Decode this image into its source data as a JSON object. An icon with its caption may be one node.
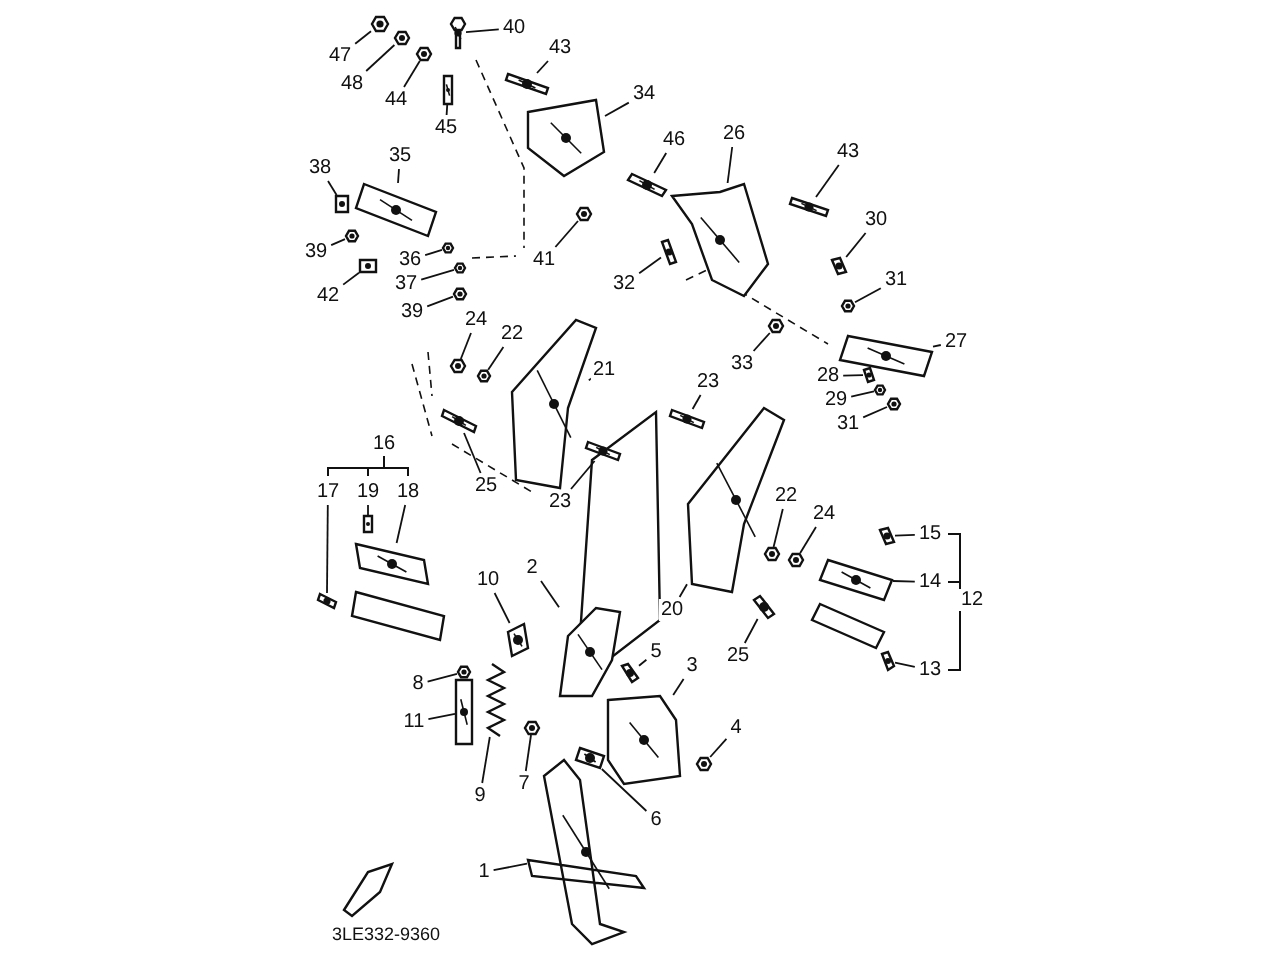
{
  "diagram": {
    "nodes": [
      {
        "text": [
          "47"
        ]
      },
      {
        "text": [
          "40"
        ]
      },
      {
        "text": [
          "48"
        ]
      },
      {
        "text": [
          "43"
        ]
      },
      {
        "text": [
          "44"
        ]
      },
      {
        "text": [
          "45"
        ]
      },
      {
        "text": [
          "34"
        ]
      },
      {
        "text": [
          "46"
        ]
      },
      {
        "text": [
          "26"
        ]
      },
      {
        "text": [
          "43"
        ]
      },
      {
        "text": [
          "35"
        ]
      },
      {
        "text": [
          "38"
        ]
      },
      {
        "text": [
          "39"
        ]
      },
      {
        "text": [
          "42"
        ]
      },
      {
        "text": [
          "36"
        ]
      },
      {
        "text": [
          "37"
        ]
      },
      {
        "text": [
          "41"
        ]
      },
      {
        "text": [
          "39"
        ]
      },
      {
        "text": [
          "32"
        ]
      },
      {
        "text": [
          "30"
        ]
      },
      {
        "text": [
          "31"
        ]
      },
      {
        "text": [
          "24"
        ]
      },
      {
        "text": [
          "22"
        ]
      },
      {
        "text": [
          "33"
        ]
      },
      {
        "text": [
          "27"
        ]
      },
      {
        "text": [
          "21"
        ]
      },
      {
        "text": [
          "28"
        ]
      },
      {
        "text": [
          "23"
        ]
      },
      {
        "text": [
          "29"
        ]
      },
      {
        "text": [
          "31"
        ]
      },
      {
        "text": [
          "16"
        ]
      },
      {
        "text": [
          "25"
        ]
      },
      {
        "text": [
          "19"
        ]
      },
      {
        "text": [
          "23"
        ]
      },
      {
        "text": [
          "17"
        ]
      },
      {
        "text": [
          "18"
        ]
      },
      {
        "text": [
          "22"
        ]
      },
      {
        "text": [
          "24"
        ]
      },
      {
        "text": [
          "15"
        ]
      },
      {
        "text": [
          "14"
        ]
      },
      {
        "text": [
          "12"
        ]
      },
      {
        "text": [
          "10"
        ]
      },
      {
        "text": [
          "2"
        ]
      },
      {
        "text": [
          "20"
        ]
      },
      {
        "text": [
          "5"
        ]
      },
      {
        "text": [
          "25"
        ]
      },
      {
        "text": [
          "13"
        ]
      },
      {
        "text": [
          "3"
        ]
      },
      {
        "text": [
          "8"
        ]
      },
      {
        "text": [
          "11"
        ]
      },
      {
        "text": [
          "4"
        ]
      },
      {
        "text": [
          "7"
        ]
      },
      {
        "text": [
          "9"
        ]
      },
      {
        "text": [
          "6"
        ]
      },
      {
        "text": [
          "1"
        ]
      },
      {
        "text": [],
        "shape": "picture"
      },
      {
        "text": [],
        "shape": "picture"
      },
      {
        "text": [],
        "shape": "picture"
      },
      {
        "text": [],
        "shape": "picture"
      },
      {
        "text": [],
        "shape": "picture"
      },
      {
        "text": [],
        "shape": "picture"
      },
      {
        "text": [],
        "shape": "picture"
      },
      {
        "text": [],
        "shape": "picture"
      },
      {
        "text": [],
        "shape": "picture"
      },
      {
        "text": [],
        "shape": "picture"
      },
      {
        "text": [],
        "shape": "picture"
      },
      {
        "text": [],
        "shape": "picture"
      },
      {
        "text": [],
        "shape": "picture"
      },
      {
        "text": [],
        "shape": "picture"
      },
      {
        "text": [],
        "shape": "picture"
      },
      {
        "text": [],
        "shape": "picture"
      },
      {
        "text": [],
        "shape": "picture"
      },
      {
        "text": [],
        "shape": "picture"
      },
      {
        "text": [],
        "shape": "picture"
      },
      {
        "text": [],
        "shape": "picture"
      },
      {
        "text": [],
        "shape": "picture"
      },
      {
        "text": [],
        "shape": "picture"
      },
      {
        "text": [],
        "shape": "picture"
      },
      {
        "text": [],
        "shape": "picture"
      },
      {
        "text": [],
        "shape": "picture"
      },
      {
        "text": [],
        "shape": "picture"
      },
      {
        "text": [],
        "shape": "picture"
      },
      {
        "text": [],
        "shape": "picture"
      },
      {
        "text": [],
        "shape": "picture"
      },
      {
        "text": [],
        "shape": "picture"
      },
      {
        "text": [],
        "shape": "picture"
      },
      {
        "text": [],
        "shape": "picture"
      },
      {
        "text": [],
        "shape": "picture"
      },
      {
        "text": [],
        "shape": "picture"
      },
      {
        "text": [],
        "shape": "picture"
      },
      {
        "text": [],
        "shape": "picture"
      },
      {
        "text": [],
        "shape": "picture"
      },
      {
        "text": [],
        "shape": "picture"
      },
      {
        "text": [],
        "shape": "picture"
      },
      {
        "text": [],
        "shape": "picture"
      },
      {
        "text": [],
        "shape": "picture"
      },
      {
        "text": [],
        "shape": "picture"
      },
      {
        "text": [],
        "shape": "picture"
      },
      {
        "text": [],
        "shape": "picture"
      },
      {
        "text": [],
        "shape": "picture"
      },
      {
        "text": [],
        "shape": "picture"
      },
      {
        "text": [],
        "shape": "picture"
      },
      {
        "text": [],
        "shape": "picture"
      },
      {
        "text": [],
        "shape": "picture"
      },
      {
        "text": [],
        "shape": "picture"
      },
      {
        "text": [],
        "shape": "picture"
      },
      {
        "text": [],
        "shape": "picture"
      },
      {
        "text": [],
        "shape": "picture"
      }
    ],
    "edges": [
      {
        "from": 0,
        "to": 55,
        "arrow": "none"
      },
      {
        "from": 1,
        "to": 56,
        "arrow": "none"
      },
      {
        "from": 2,
        "to": 57,
        "arrow": "none"
      },
      {
        "from": 3,
        "to": 58,
        "arrow": "none"
      },
      {
        "from": 4,
        "to": 59,
        "arrow": "none"
      },
      {
        "from": 5,
        "to": 60,
        "arrow": "none"
      },
      {
        "from": 6,
        "to": 61,
        "arrow": "none"
      },
      {
        "from": 7,
        "to": 62,
        "arrow": "none"
      },
      {
        "from": 8,
        "to": 63,
        "arrow": "none"
      },
      {
        "from": 9,
        "to": 64,
        "arrow": "none"
      },
      {
        "from": 10,
        "to": 65,
        "arrow": "none"
      },
      {
        "from": 11,
        "to": 66,
        "arrow": "none"
      },
      {
        "from": 12,
        "to": 67,
        "arrow": "none"
      },
      {
        "from": 13,
        "to": 68,
        "arrow": "none"
      },
      {
        "from": 14,
        "to": 69,
        "arrow": "none"
      },
      {
        "from": 15,
        "to": 70,
        "arrow": "none"
      },
      {
        "from": 16,
        "to": 71,
        "arrow": "none"
      },
      {
        "from": 17,
        "to": 72,
        "arrow": "none"
      },
      {
        "from": 18,
        "to": 73,
        "arrow": "none"
      },
      {
        "from": 19,
        "to": 74,
        "arrow": "none"
      },
      {
        "from": 20,
        "to": 75,
        "arrow": "none"
      },
      {
        "from": 21,
        "to": 76,
        "arrow": "none"
      },
      {
        "from": 22,
        "to": 77,
        "arrow": "none"
      },
      {
        "from": 23,
        "to": 78,
        "arrow": "none"
      },
      {
        "from": 24,
        "to": 79,
        "arrow": "none"
      },
      {
        "from": 25,
        "to": 80,
        "arrow": "none"
      },
      {
        "from": 26,
        "to": 81,
        "arrow": "none"
      },
      {
        "from": 27,
        "to": 82,
        "arrow": "none"
      },
      {
        "from": 28,
        "to": 83,
        "arrow": "none"
      },
      {
        "from": 29,
        "to": 84,
        "arrow": "none"
      },
      {
        "from": 31,
        "to": 85,
        "arrow": "none"
      },
      {
        "from": 32,
        "to": 86,
        "arrow": "none"
      },
      {
        "from": 33,
        "to": 87,
        "arrow": "none"
      },
      {
        "from": 34,
        "to": 88,
        "arrow": "none"
      },
      {
        "from": 35,
        "to": 89,
        "arrow": "none"
      },
      {
        "from": 36,
        "to": 90,
        "arrow": "none"
      },
      {
        "from": 37,
        "to": 91,
        "arrow": "none"
      },
      {
        "from": 38,
        "to": 92,
        "arrow": "none"
      },
      {
        "from": 39,
        "to": 93,
        "arrow": "none"
      },
      {
        "from": 41,
        "to": 94,
        "arrow": "none"
      },
      {
        "from": 42,
        "to": 95,
        "arrow": "none"
      },
      {
        "from": 43,
        "to": 96,
        "arrow": "none"
      },
      {
        "from": 44,
        "to": 97,
        "arrow": "none"
      },
      {
        "from": 45,
        "to": 98,
        "arrow": "none"
      },
      {
        "from": 46,
        "to": 99,
        "arrow": "none"
      },
      {
        "from": 47,
        "to": 100,
        "arrow": "none"
      },
      {
        "from": 48,
        "to": 101,
        "arrow": "none"
      },
      {
        "from": 49,
        "to": 102,
        "arrow": "none"
      },
      {
        "from": 50,
        "to": 103,
        "arrow": "none"
      },
      {
        "from": 51,
        "to": 104,
        "arrow": "none"
      },
      {
        "from": 52,
        "to": 105,
        "arrow": "none"
      },
      {
        "from": 53,
        "to": 106,
        "arrow": "none"
      },
      {
        "from": 54,
        "to": 107,
        "arrow": "none"
      }
    ],
    "labels": [
      "3LE332-9360"
    ]
  }
}
